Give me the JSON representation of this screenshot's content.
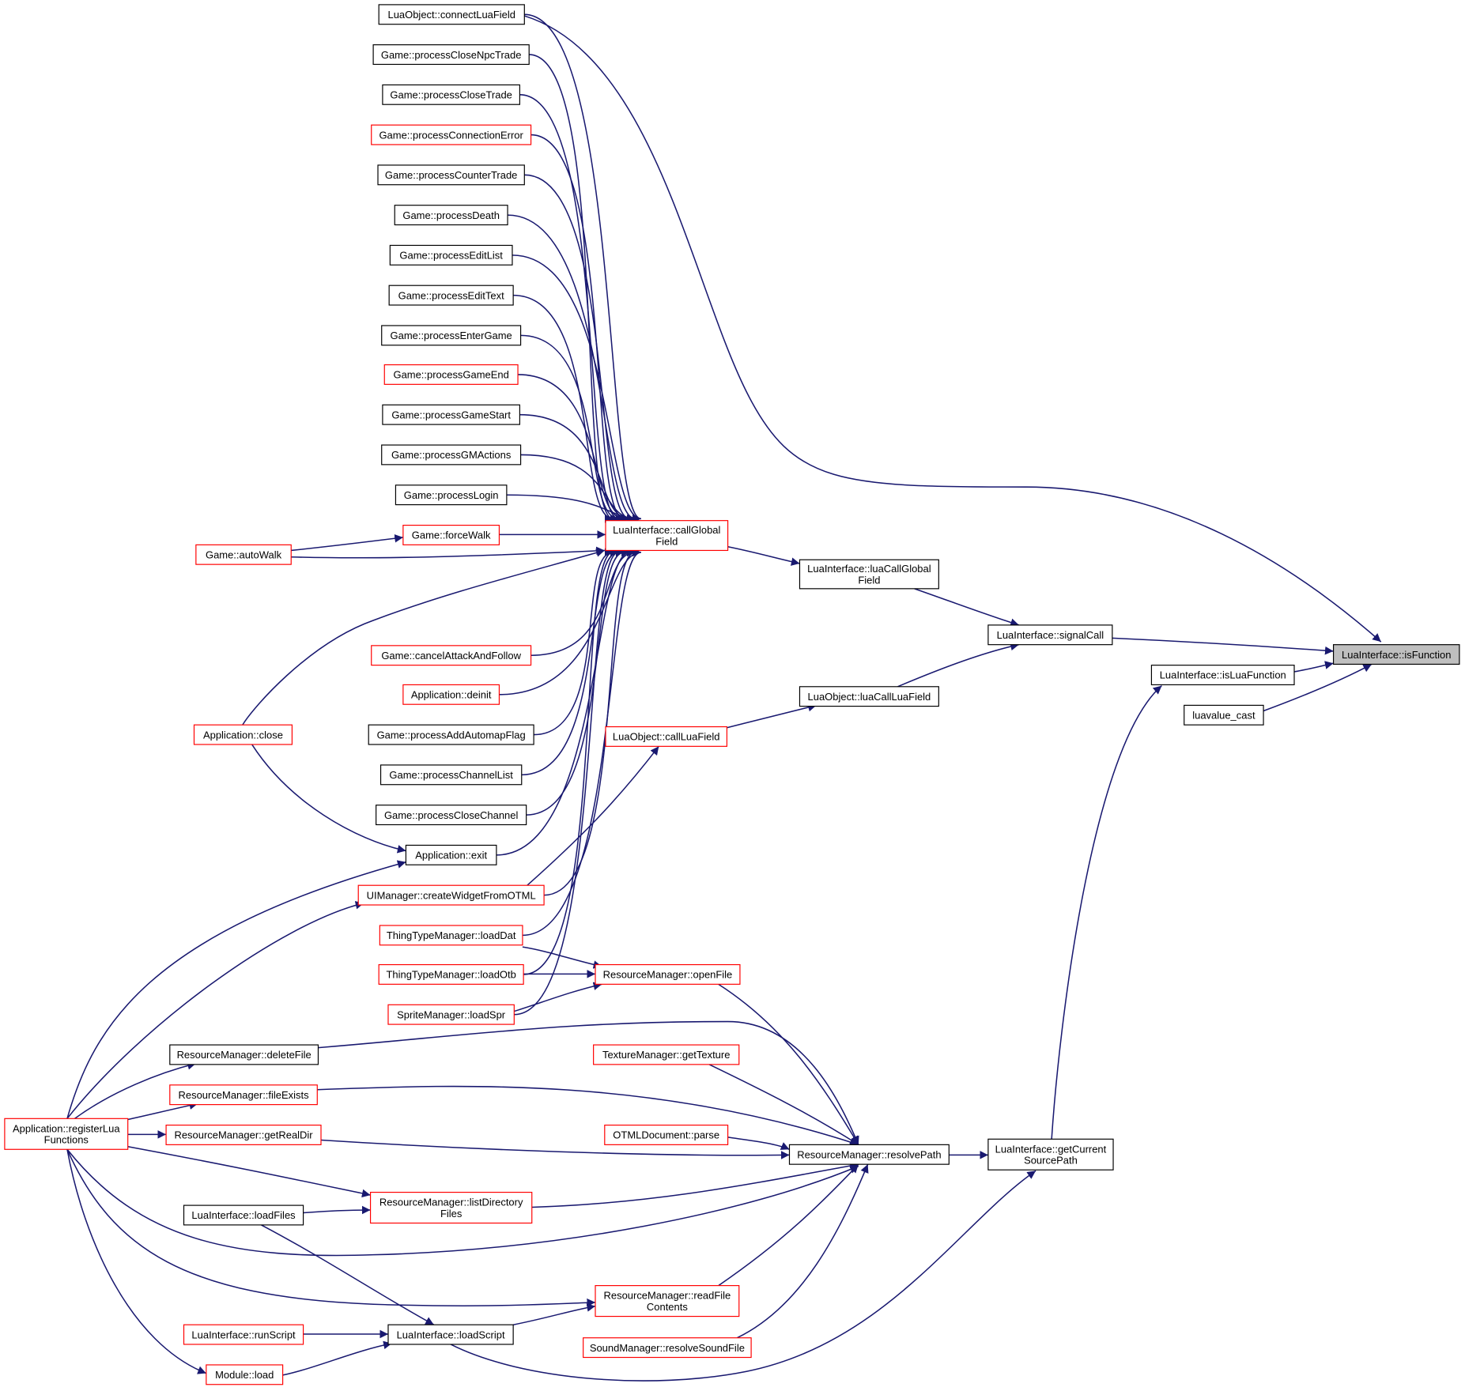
{
  "graph": {
    "type": "call-graph",
    "colors": {
      "edge": "#191970",
      "border_default": "#000000",
      "border_truncated": "#ff0000",
      "highlight_fill": "#bfbfbf"
    },
    "nodes": [
      {
        "id": "isFunction",
        "lines": [
          "LuaInterface::isFunction"
        ],
        "style": "highlight"
      },
      {
        "id": "signalCall",
        "lines": [
          "LuaInterface::signalCall"
        ],
        "style": "normal"
      },
      {
        "id": "isLuaFunction",
        "lines": [
          "LuaInterface::isLuaFunction"
        ],
        "style": "normal"
      },
      {
        "id": "luavalue_cast",
        "lines": [
          "luavalue_cast"
        ],
        "style": "normal"
      },
      {
        "id": "luaCallGlobalField",
        "lines": [
          "LuaInterface::luaCallGlobal",
          "Field"
        ],
        "style": "normal"
      },
      {
        "id": "luaCallLuaField",
        "lines": [
          "LuaObject::luaCallLuaField"
        ],
        "style": "normal"
      },
      {
        "id": "getCurrentSourcePath",
        "lines": [
          "LuaInterface::getCurrent",
          "SourcePath"
        ],
        "style": "normal"
      },
      {
        "id": "callGlobalField",
        "lines": [
          "LuaInterface::callGlobal",
          "Field"
        ],
        "style": "truncated"
      },
      {
        "id": "callLuaField",
        "lines": [
          "LuaObject::callLuaField"
        ],
        "style": "truncated"
      },
      {
        "id": "resolvePath",
        "lines": [
          "ResourceManager::resolvePath"
        ],
        "style": "normal"
      },
      {
        "id": "connectLuaField",
        "lines": [
          "LuaObject::connectLuaField"
        ],
        "style": "normal"
      },
      {
        "id": "processCloseNpcTrade",
        "lines": [
          "Game::processCloseNpcTrade"
        ],
        "style": "normal"
      },
      {
        "id": "processCloseTrade",
        "lines": [
          "Game::processCloseTrade"
        ],
        "style": "normal"
      },
      {
        "id": "processConnectionError",
        "lines": [
          "Game::processConnectionError"
        ],
        "style": "truncated"
      },
      {
        "id": "processCounterTrade",
        "lines": [
          "Game::processCounterTrade"
        ],
        "style": "normal"
      },
      {
        "id": "processDeath",
        "lines": [
          "Game::processDeath"
        ],
        "style": "normal"
      },
      {
        "id": "processEditList",
        "lines": [
          "Game::processEditList"
        ],
        "style": "normal"
      },
      {
        "id": "processEditText",
        "lines": [
          "Game::processEditText"
        ],
        "style": "normal"
      },
      {
        "id": "processEnterGame",
        "lines": [
          "Game::processEnterGame"
        ],
        "style": "normal"
      },
      {
        "id": "processGameEnd",
        "lines": [
          "Game::processGameEnd"
        ],
        "style": "truncated"
      },
      {
        "id": "processGameStart",
        "lines": [
          "Game::processGameStart"
        ],
        "style": "normal"
      },
      {
        "id": "processGMActions",
        "lines": [
          "Game::processGMActions"
        ],
        "style": "normal"
      },
      {
        "id": "processLogin",
        "lines": [
          "Game::processLogin"
        ],
        "style": "normal"
      },
      {
        "id": "forceWalk",
        "lines": [
          "Game::forceWalk"
        ],
        "style": "truncated"
      },
      {
        "id": "autoWalk",
        "lines": [
          "Game::autoWalk"
        ],
        "style": "truncated"
      },
      {
        "id": "cancelAttackAndFollow",
        "lines": [
          "Game::cancelAttackAndFollow"
        ],
        "style": "truncated"
      },
      {
        "id": "appDeinit",
        "lines": [
          "Application::deinit"
        ],
        "style": "truncated"
      },
      {
        "id": "processAddAutomapFlag",
        "lines": [
          "Game::processAddAutomapFlag"
        ],
        "style": "normal"
      },
      {
        "id": "processChannelList",
        "lines": [
          "Game::processChannelList"
        ],
        "style": "normal"
      },
      {
        "id": "processCloseChannel",
        "lines": [
          "Game::processCloseChannel"
        ],
        "style": "normal"
      },
      {
        "id": "appClose",
        "lines": [
          "Application::close"
        ],
        "style": "truncated"
      },
      {
        "id": "appExit",
        "lines": [
          "Application::exit"
        ],
        "style": "normal"
      },
      {
        "id": "createWidgetFromOTML",
        "lines": [
          "UIManager::createWidgetFromOTML"
        ],
        "style": "truncated"
      },
      {
        "id": "loadDat",
        "lines": [
          "ThingTypeManager::loadDat"
        ],
        "style": "truncated"
      },
      {
        "id": "loadOtb",
        "lines": [
          "ThingTypeManager::loadOtb"
        ],
        "style": "truncated"
      },
      {
        "id": "loadSpr",
        "lines": [
          "SpriteManager::loadSpr"
        ],
        "style": "truncated"
      },
      {
        "id": "openFile",
        "lines": [
          "ResourceManager::openFile"
        ],
        "style": "truncated"
      },
      {
        "id": "deleteFile",
        "lines": [
          "ResourceManager::deleteFile"
        ],
        "style": "normal"
      },
      {
        "id": "getTexture",
        "lines": [
          "TextureManager::getTexture"
        ],
        "style": "truncated"
      },
      {
        "id": "fileExists",
        "lines": [
          "ResourceManager::fileExists"
        ],
        "style": "truncated"
      },
      {
        "id": "otmlParse",
        "lines": [
          "OTMLDocument::parse"
        ],
        "style": "truncated"
      },
      {
        "id": "getRealDir",
        "lines": [
          "ResourceManager::getRealDir"
        ],
        "style": "truncated"
      },
      {
        "id": "registerLuaFunctions",
        "lines": [
          "Application::registerLua",
          "Functions"
        ],
        "style": "truncated"
      },
      {
        "id": "listDirectoryFiles",
        "lines": [
          "ResourceManager::listDirectory",
          "Files"
        ],
        "style": "truncated"
      },
      {
        "id": "loadFiles",
        "lines": [
          "LuaInterface::loadFiles"
        ],
        "style": "normal"
      },
      {
        "id": "readFileContents",
        "lines": [
          "ResourceManager::readFile",
          "Contents"
        ],
        "style": "truncated"
      },
      {
        "id": "loadScript",
        "lines": [
          "LuaInterface::loadScript"
        ],
        "style": "normal"
      },
      {
        "id": "runScript",
        "lines": [
          "LuaInterface::runScript"
        ],
        "style": "truncated"
      },
      {
        "id": "soundResolve",
        "lines": [
          "SoundManager::resolveSoundFile"
        ],
        "style": "truncated"
      },
      {
        "id": "moduleLoad",
        "lines": [
          "Module::load"
        ],
        "style": "truncated"
      }
    ],
    "edges": [
      {
        "from": "connectLuaField",
        "to": "isFunction"
      },
      {
        "from": "signalCall",
        "to": "isFunction"
      },
      {
        "from": "isLuaFunction",
        "to": "isFunction"
      },
      {
        "from": "luavalue_cast",
        "to": "isFunction"
      },
      {
        "from": "luaCallGlobalField",
        "to": "signalCall"
      },
      {
        "from": "luaCallLuaField",
        "to": "signalCall"
      },
      {
        "from": "getCurrentSourcePath",
        "to": "isLuaFunction"
      },
      {
        "from": "callGlobalField",
        "to": "luaCallGlobalField"
      },
      {
        "from": "callLuaField",
        "to": "luaCallLuaField"
      },
      {
        "from": "resolvePath",
        "to": "getCurrentSourcePath"
      },
      {
        "from": "loadScript",
        "to": "getCurrentSourcePath"
      },
      {
        "from": "connectLuaField",
        "to": "callGlobalField"
      },
      {
        "from": "processCloseNpcTrade",
        "to": "callGlobalField"
      },
      {
        "from": "processCloseTrade",
        "to": "callGlobalField"
      },
      {
        "from": "processConnectionError",
        "to": "callGlobalField"
      },
      {
        "from": "processCounterTrade",
        "to": "callGlobalField"
      },
      {
        "from": "processDeath",
        "to": "callGlobalField"
      },
      {
        "from": "processEditList",
        "to": "callGlobalField"
      },
      {
        "from": "processEditText",
        "to": "callGlobalField"
      },
      {
        "from": "processEnterGame",
        "to": "callGlobalField"
      },
      {
        "from": "processGameEnd",
        "to": "callGlobalField"
      },
      {
        "from": "processGameStart",
        "to": "callGlobalField"
      },
      {
        "from": "processGMActions",
        "to": "callGlobalField"
      },
      {
        "from": "processLogin",
        "to": "callGlobalField"
      },
      {
        "from": "forceWalk",
        "to": "callGlobalField"
      },
      {
        "from": "autoWalk",
        "to": "callGlobalField"
      },
      {
        "from": "autoWalk",
        "to": "forceWalk"
      },
      {
        "from": "appClose",
        "to": "callGlobalField"
      },
      {
        "from": "cancelAttackAndFollow",
        "to": "callGlobalField"
      },
      {
        "from": "appDeinit",
        "to": "callGlobalField"
      },
      {
        "from": "processAddAutomapFlag",
        "to": "callGlobalField"
      },
      {
        "from": "processChannelList",
        "to": "callGlobalField"
      },
      {
        "from": "processCloseChannel",
        "to": "callGlobalField"
      },
      {
        "from": "appExit",
        "to": "callGlobalField"
      },
      {
        "from": "createWidgetFromOTML",
        "to": "callGlobalField"
      },
      {
        "from": "loadDat",
        "to": "callGlobalField"
      },
      {
        "from": "loadOtb",
        "to": "callGlobalField"
      },
      {
        "from": "loadSpr",
        "to": "callGlobalField"
      },
      {
        "from": "appClose",
        "to": "appExit"
      },
      {
        "from": "registerLuaFunctions",
        "to": "appExit"
      },
      {
        "from": "registerLuaFunctions",
        "to": "createWidgetFromOTML"
      },
      {
        "from": "createWidgetFromOTML",
        "to": "callLuaField"
      },
      {
        "from": "loadDat",
        "to": "openFile"
      },
      {
        "from": "loadOtb",
        "to": "openFile"
      },
      {
        "from": "loadSpr",
        "to": "openFile"
      },
      {
        "from": "openFile",
        "to": "resolvePath"
      },
      {
        "from": "deleteFile",
        "to": "resolvePath"
      },
      {
        "from": "getTexture",
        "to": "resolvePath"
      },
      {
        "from": "fileExists",
        "to": "resolvePath"
      },
      {
        "from": "otmlParse",
        "to": "resolvePath"
      },
      {
        "from": "getRealDir",
        "to": "resolvePath"
      },
      {
        "from": "listDirectoryFiles",
        "to": "resolvePath"
      },
      {
        "from": "registerLuaFunctions",
        "to": "resolvePath"
      },
      {
        "from": "readFileContents",
        "to": "resolvePath"
      },
      {
        "from": "soundResolve",
        "to": "resolvePath"
      },
      {
        "from": "registerLuaFunctions",
        "to": "deleteFile"
      },
      {
        "from": "registerLuaFunctions",
        "to": "fileExists"
      },
      {
        "from": "registerLuaFunctions",
        "to": "getRealDir"
      },
      {
        "from": "registerLuaFunctions",
        "to": "listDirectoryFiles"
      },
      {
        "from": "loadFiles",
        "to": "listDirectoryFiles"
      },
      {
        "from": "registerLuaFunctions",
        "to": "readFileContents"
      },
      {
        "from": "loadScript",
        "to": "readFileContents"
      },
      {
        "from": "loadFiles",
        "to": "loadScript"
      },
      {
        "from": "runScript",
        "to": "loadScript"
      },
      {
        "from": "moduleLoad",
        "to": "loadScript"
      },
      {
        "from": "registerLuaFunctions",
        "to": "moduleLoad"
      }
    ]
  }
}
